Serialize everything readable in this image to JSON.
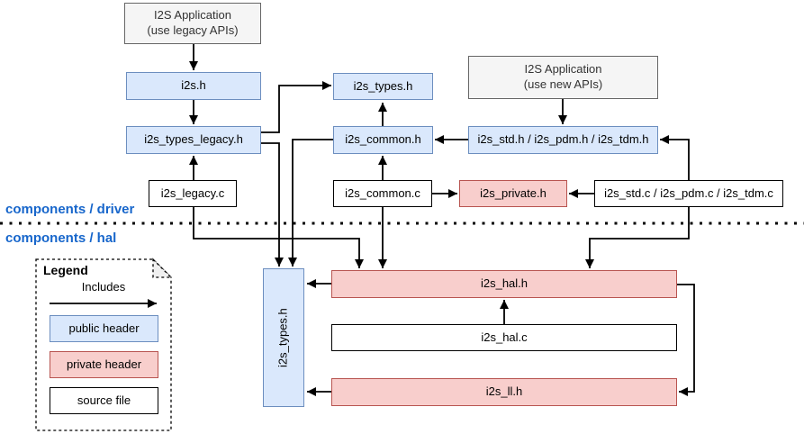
{
  "sections": {
    "driver": "components / driver",
    "hal": "components / hal"
  },
  "nodes": {
    "app_legacy": "I2S Application\n(use legacy APIs)",
    "app_new": "I2S Application\n(use new APIs)",
    "i2s_h": "i2s.h",
    "i2s_types_h": "i2s_types.h",
    "i2s_types_legacy_h": "i2s_types_legacy.h",
    "i2s_common_h": "i2s_common.h",
    "i2s_std_pdm_tdm_h": "i2s_std.h / i2s_pdm.h / i2s_tdm.h",
    "i2s_legacy_c": "i2s_legacy.c",
    "i2s_common_c": "i2s_common.c",
    "i2s_private_h": "i2s_private.h",
    "i2s_std_pdm_tdm_c": "i2s_std.c / i2s_pdm.c / i2s_tdm.c",
    "i2s_types_h_hal": "i2s_types.h",
    "i2s_hal_h": "i2s_hal.h",
    "i2s_hal_c": "i2s_hal.c",
    "i2s_ll_h": "i2s_ll.h"
  },
  "legend": {
    "title": "Legend",
    "arrow_label": "Includes",
    "public_header": "public header",
    "private_header": "private header",
    "source_file": "source file"
  },
  "edges": [
    {
      "from": "app_legacy",
      "to": "i2s_h"
    },
    {
      "from": "i2s_h",
      "to": "i2s_types_legacy_h"
    },
    {
      "from": "i2s_legacy_c",
      "to": "i2s_types_legacy_h"
    },
    {
      "from": "i2s_types_legacy_h",
      "to": "i2s_types_h"
    },
    {
      "from": "i2s_types_legacy_h",
      "to": "i2s_types_h_hal"
    },
    {
      "from": "i2s_common_h",
      "to": "i2s_types_h"
    },
    {
      "from": "i2s_common_h",
      "to": "i2s_types_h_hal"
    },
    {
      "from": "app_new",
      "to": "i2s_std_pdm_tdm_h"
    },
    {
      "from": "i2s_std_pdm_tdm_h",
      "to": "i2s_common_h"
    },
    {
      "from": "i2s_common_c",
      "to": "i2s_common_h"
    },
    {
      "from": "i2s_common_c",
      "to": "i2s_private_h"
    },
    {
      "from": "i2s_std_pdm_tdm_c",
      "to": "i2s_private_h"
    },
    {
      "from": "i2s_std_pdm_tdm_c",
      "to": "i2s_std_pdm_tdm_h"
    },
    {
      "from": "i2s_std_pdm_tdm_c",
      "to": "i2s_hal_h"
    },
    {
      "from": "i2s_legacy_c",
      "to": "i2s_hal_h"
    },
    {
      "from": "i2s_common_c",
      "to": "i2s_hal_h"
    },
    {
      "from": "i2s_hal_c",
      "to": "i2s_hal_h"
    },
    {
      "from": "i2s_hal_h",
      "to": "i2s_ll_h"
    },
    {
      "from": "i2s_hal_h",
      "to": "i2s_types_h_hal"
    },
    {
      "from": "i2s_ll_h",
      "to": "i2s_types_h_hal"
    }
  ],
  "colors": {
    "public_header_fill": "#dae8fc",
    "public_header_stroke": "#6c8ebf",
    "private_header_fill": "#f8cecc",
    "private_header_stroke": "#b85450",
    "application_fill": "#f5f5f5",
    "application_stroke": "#666666",
    "source_file_fill": "#ffffff",
    "section_label_text": "#1766cb",
    "connector": "#000000"
  }
}
